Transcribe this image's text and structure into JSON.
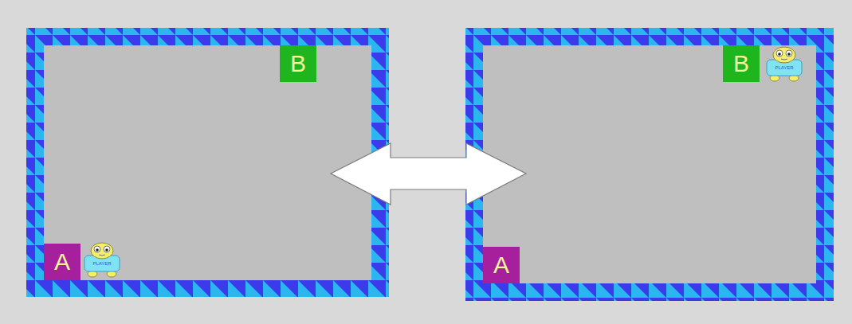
{
  "diagram": {
    "nodes": [
      {
        "text": [
          "B"
        ]
      },
      {
        "text": [
          "B"
        ]
      },
      {
        "text": [
          "A"
        ]
      },
      {
        "text": [
          "A"
        ]
      }
    ],
    "labels": [
      "PLAYER",
      "PLAYER"
    ]
  }
}
